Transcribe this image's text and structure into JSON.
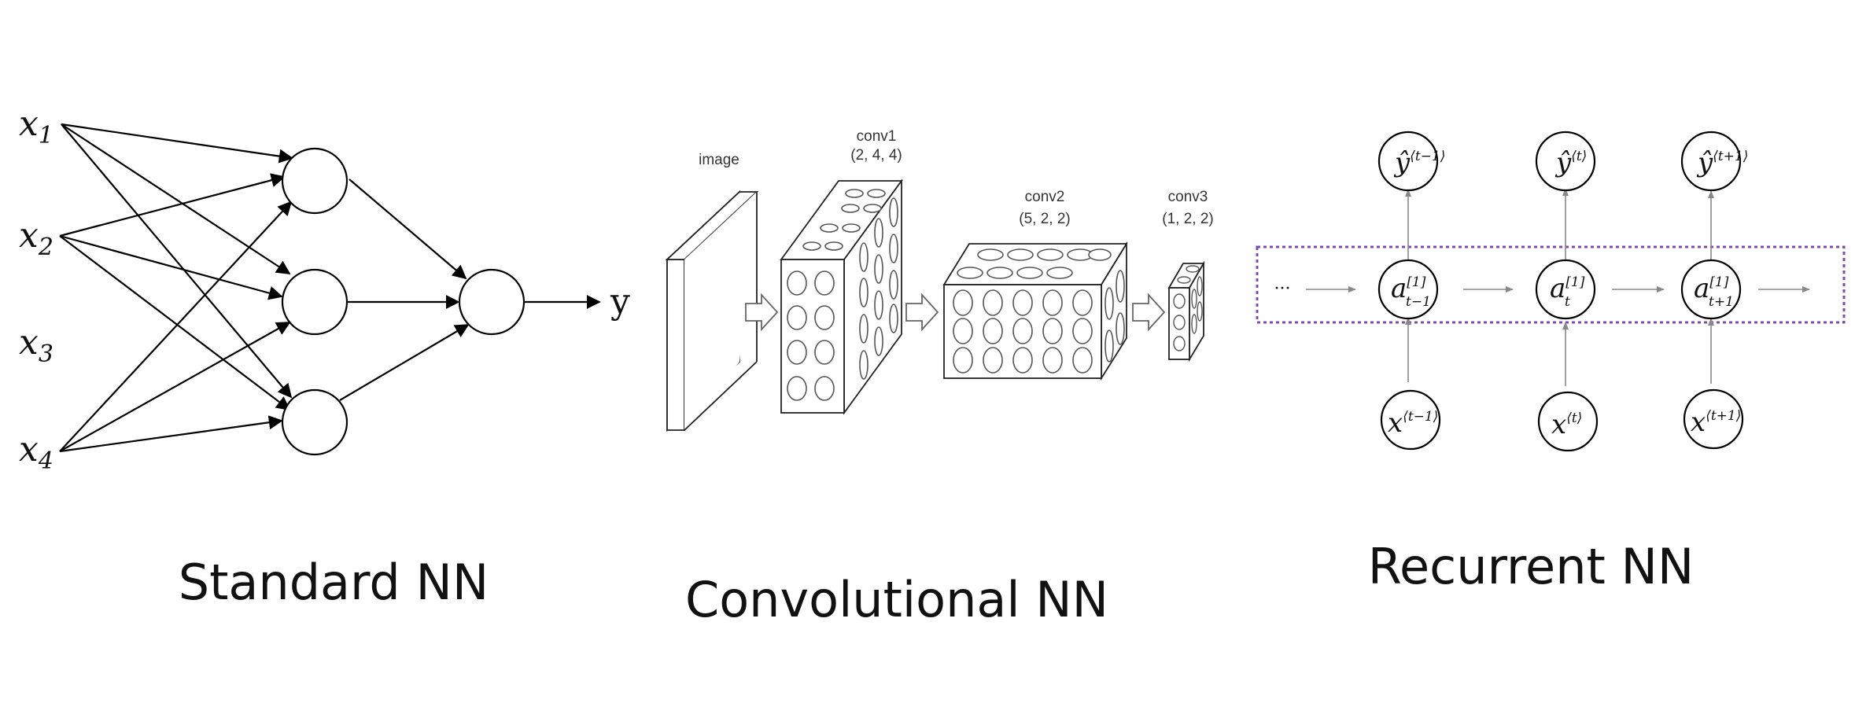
{
  "standard_nn": {
    "caption": "Standard NN",
    "inputs": [
      {
        "base": "x",
        "sub": "1"
      },
      {
        "base": "x",
        "sub": "2"
      },
      {
        "base": "x",
        "sub": "3"
      },
      {
        "base": "x",
        "sub": "4"
      }
    ],
    "output": "y"
  },
  "convolutional_nn": {
    "caption": "Convolutional NN",
    "layers": [
      {
        "name": "image",
        "dims": ""
      },
      {
        "name": "conv1",
        "dims": "(2, 4, 4)"
      },
      {
        "name": "conv2",
        "dims": "(5, 2, 2)"
      },
      {
        "name": "conv3",
        "dims": "(1, 2, 2)"
      }
    ]
  },
  "recurrent_nn": {
    "caption": "Recurrent NN",
    "ellipsis": "···",
    "outputs": [
      {
        "base": "ŷ",
        "sup": "⟨t−1⟩"
      },
      {
        "base": "ŷ",
        "sup": "⟨t⟩"
      },
      {
        "base": "ŷ",
        "sup": "⟨t+1⟩"
      }
    ],
    "hidden": [
      {
        "base": "a",
        "sup": "[1]",
        "sub": "t−1"
      },
      {
        "base": "a",
        "sup": "[1]",
        "sub": "t"
      },
      {
        "base": "a",
        "sup": "[1]",
        "sub": "t+1"
      }
    ],
    "inputs": [
      {
        "base": "x",
        "sup": "⟨t−1⟩"
      },
      {
        "base": "x",
        "sup": "⟨t⟩"
      },
      {
        "base": "x",
        "sup": "⟨t+1⟩"
      }
    ],
    "box_color": "#7b4fa8"
  }
}
